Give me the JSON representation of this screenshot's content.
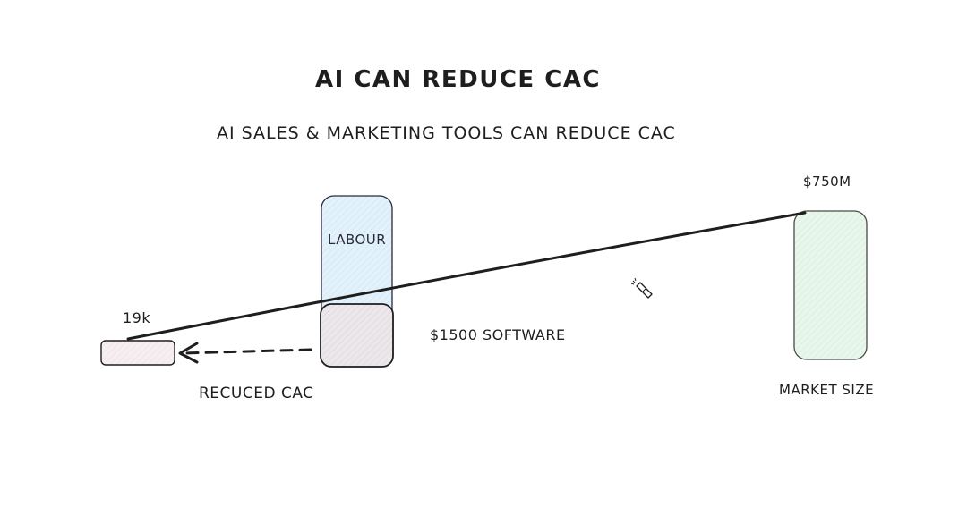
{
  "title": "AI CAN REDUCE CAC",
  "subtitle": "AI SALES & MARKETING TOOLS CAN REDUCE CAC",
  "labels": {
    "market_value": "$750M",
    "labour": "LABOUR",
    "reduced_value": "19k",
    "software": "$1500 SOFTWARE",
    "reduced_cac": "RECUCED CAC",
    "market_size": "MARKET SIZE"
  },
  "colors": {
    "labour_fill": "#e3f1fb",
    "software_fill": "#ebe7ea",
    "reduced_fill": "#f6eef0",
    "market_fill": "#e8f6ec",
    "stroke": "#1e1e1e"
  },
  "cursor_icon": "laser-pointer-icon"
}
